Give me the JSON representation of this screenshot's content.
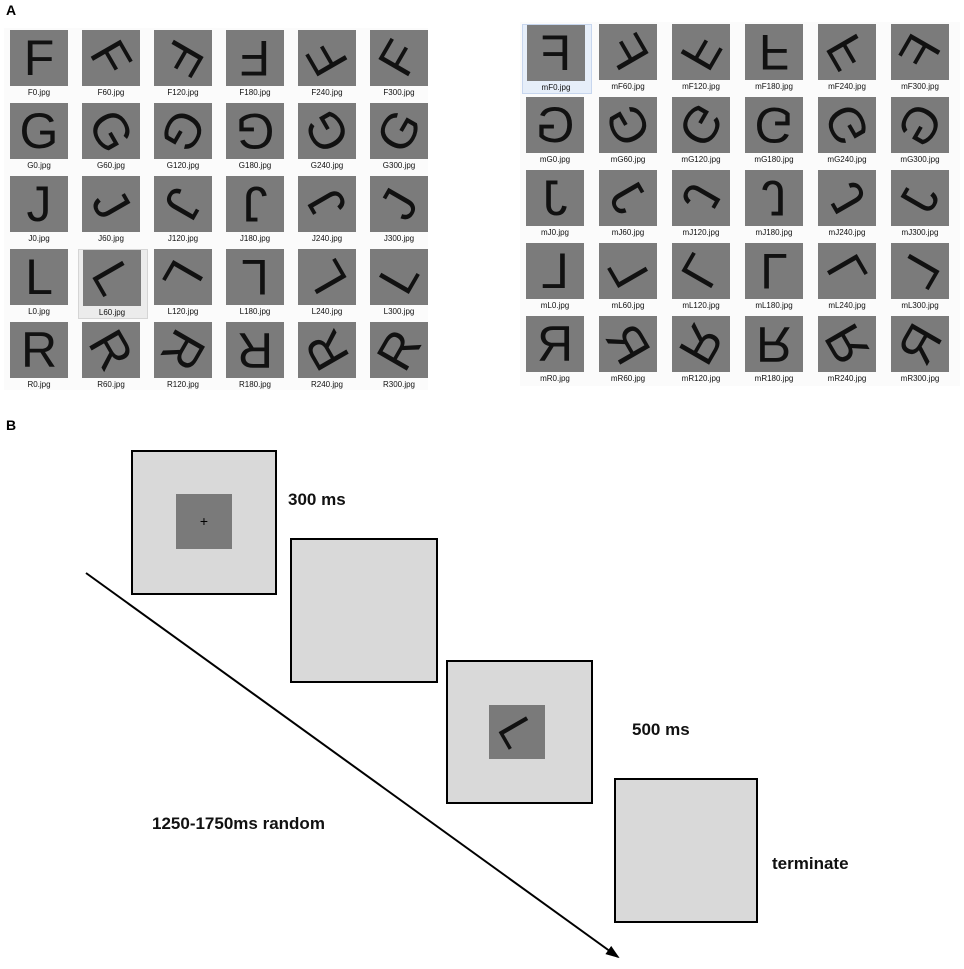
{
  "panel_a_label": "A",
  "panel_b_label": "B",
  "normal_grid": {
    "rows": [
      {
        "letter": "F",
        "items": [
          {
            "file": "F0.jpg",
            "angle": 0
          },
          {
            "file": "F60.jpg",
            "angle": 60
          },
          {
            "file": "F120.jpg",
            "angle": 120
          },
          {
            "file": "F180.jpg",
            "angle": 180
          },
          {
            "file": "F240.jpg",
            "angle": 240
          },
          {
            "file": "F300.jpg",
            "angle": 300
          }
        ]
      },
      {
        "letter": "G",
        "items": [
          {
            "file": "G0.jpg",
            "angle": 0
          },
          {
            "file": "G60.jpg",
            "angle": 60
          },
          {
            "file": "G120.jpg",
            "angle": 120
          },
          {
            "file": "G180.jpg",
            "angle": 180
          },
          {
            "file": "G240.jpg",
            "angle": 240
          },
          {
            "file": "G300.jpg",
            "angle": 300
          }
        ]
      },
      {
        "letter": "J",
        "items": [
          {
            "file": "J0.jpg",
            "angle": 0
          },
          {
            "file": "J60.jpg",
            "angle": 60
          },
          {
            "file": "J120.jpg",
            "angle": 120
          },
          {
            "file": "J180.jpg",
            "angle": 180
          },
          {
            "file": "J240.jpg",
            "angle": 240
          },
          {
            "file": "J300.jpg",
            "angle": 300
          }
        ]
      },
      {
        "letter": "L",
        "items": [
          {
            "file": "L0.jpg",
            "angle": 0
          },
          {
            "file": "L60.jpg",
            "angle": 60,
            "hover": true
          },
          {
            "file": "L120.jpg",
            "angle": 120
          },
          {
            "file": "L180.jpg",
            "angle": 180
          },
          {
            "file": "L240.jpg",
            "angle": 240
          },
          {
            "file": "L300.jpg",
            "angle": 300
          }
        ]
      },
      {
        "letter": "R",
        "items": [
          {
            "file": "R0.jpg",
            "angle": 0
          },
          {
            "file": "R60.jpg",
            "angle": 60
          },
          {
            "file": "R120.jpg",
            "angle": 120
          },
          {
            "file": "R180.jpg",
            "angle": 180
          },
          {
            "file": "R240.jpg",
            "angle": 240
          },
          {
            "file": "R300.jpg",
            "angle": 300
          }
        ]
      }
    ]
  },
  "mirror_grid": {
    "rows": [
      {
        "letter": "F",
        "items": [
          {
            "file": "mF0.jpg",
            "angle": 0,
            "selected": true
          },
          {
            "file": "mF60.jpg",
            "angle": 60
          },
          {
            "file": "mF120.jpg",
            "angle": 120
          },
          {
            "file": "mF180.jpg",
            "angle": 180
          },
          {
            "file": "mF240.jpg",
            "angle": 240
          },
          {
            "file": "mF300.jpg",
            "angle": 300
          }
        ]
      },
      {
        "letter": "G",
        "items": [
          {
            "file": "mG0.jpg",
            "angle": 0
          },
          {
            "file": "mG60.jpg",
            "angle": 60
          },
          {
            "file": "mG120.jpg",
            "angle": 120
          },
          {
            "file": "mG180.jpg",
            "angle": 180
          },
          {
            "file": "mG240.jpg",
            "angle": 240
          },
          {
            "file": "mG300.jpg",
            "angle": 300
          }
        ]
      },
      {
        "letter": "J",
        "items": [
          {
            "file": "mJ0.jpg",
            "angle": 0
          },
          {
            "file": "mJ60.jpg",
            "angle": 60
          },
          {
            "file": "mJ120.jpg",
            "angle": 120
          },
          {
            "file": "mJ180.jpg",
            "angle": 180
          },
          {
            "file": "mJ240.jpg",
            "angle": 240
          },
          {
            "file": "mJ300.jpg",
            "angle": 300
          }
        ]
      },
      {
        "letter": "L",
        "items": [
          {
            "file": "mL0.jpg",
            "angle": 0
          },
          {
            "file": "mL60.jpg",
            "angle": 60
          },
          {
            "file": "mL120.jpg",
            "angle": 120
          },
          {
            "file": "mL180.jpg",
            "angle": 180
          },
          {
            "file": "mL240.jpg",
            "angle": 240
          },
          {
            "file": "mL300.jpg",
            "angle": 300
          }
        ]
      },
      {
        "letter": "R",
        "items": [
          {
            "file": "mR0.jpg",
            "angle": 0
          },
          {
            "file": "mR60.jpg",
            "angle": 60
          },
          {
            "file": "mR120.jpg",
            "angle": 120
          },
          {
            "file": "mR180.jpg",
            "angle": 180
          },
          {
            "file": "mR240.jpg",
            "angle": 240
          },
          {
            "file": "mR300.jpg",
            "angle": 300
          }
        ]
      }
    ]
  },
  "timeline": {
    "fixation_symbol": "+",
    "fixation_duration": "300 ms",
    "stimulus_letter": "L",
    "stimulus_angle": 60,
    "stimulus_duration": "500 ms",
    "interval_label": "1250-1750ms random",
    "end_label": "terminate"
  },
  "colors": {
    "tile_gray": "#7b7b7b",
    "screen_gray": "#d9d9d9",
    "stimulus_gray": "#7a7a7a",
    "frame_black": "#000000"
  }
}
